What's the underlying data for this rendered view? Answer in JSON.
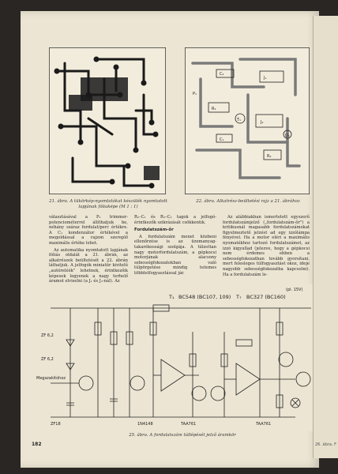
{
  "fig21_caption": "21. ábra. A tükörkép-nyomtatókat készülék nyomtatott lapjának fóliaképe (M 1 : 1)",
  "fig22_caption": "22. ábra. Alkatrész-beültetési rajz a 21. ábrához",
  "col1": [
    "választásával a P₁ trimmer-potenciométerrel állíthatjuk be, néhány száraz fordulat/perc értékre. A C₁ kondenzátor értékével a megoldással a rajzon szereplő maximális értéke lehet.",
    "Az automatika nyomtatott lapjának fóliás oldalát a 21. ábrán, az alkatrészek beültetését a 22. ábrán láthatjuk. A jelfogók miniatűr kivitelű „autóreléék\" lehetnek, érintkezőik képesek legyenek a nagy terhelő áramot elviselni (a J₁ és J₂-nál). Az"
  ],
  "col2_top": "R₂–C₁ és R₃–C₂ tagok a jelfogó-érintkezők szikrázását csökkentik.",
  "col2_heading": "Fordulatszám-őr",
  "col2_body": "A fordulatszám menet közbeni ellenőrzése is az üzemanyag-takarékossági szolgája. A túlzottan nagy motorfordulatszám, a gépkocsi motorjának alacsony sebességfokozatokban való túlpörgetése mindig tetemes többletfogyasztással jár.",
  "col3_body": "Az alábbiakban ismertetett egyszerű fordulatszámjelző („fordulatszám-őr\") a kritikusnál magasabb fordulatszámokat figyelmeztető jelzést ad egy izzólámpa fényével. Ha a motor eléri a maximális nyomatékhoz tartozó fordulatszámot, az izzó kigyullad (jelezve, hogy a gépkocsi nem érdemes ebben a sebességfokozatban tovább gyorsítani, mert felesleges túlfogyasztást okoz, ideje nagyobb sebességfokozatba kapcsolni). Ha a fordulatszám le-",
  "schematic": {
    "t1_label": "T₁",
    "t1_type": "BC548 (BC107, 109)",
    "t7_label": "T₇",
    "t7_type": "BC327 (BC160)",
    "zf62_a": "ZF 6,2",
    "zf62_b": "ZF 6,2",
    "zf18": "ZF18",
    "diode": "1N4148",
    "ic1": "TAA761",
    "ic2": "TAA761",
    "input_label": "Megszakítóhoz",
    "out_label": "(pl. 15V)"
  },
  "fig25_caption": "25. ábra. A fordulatszám túllépését jelző áramkör",
  "page_number": "182",
  "right_edge_caption": "26. ábra. F"
}
